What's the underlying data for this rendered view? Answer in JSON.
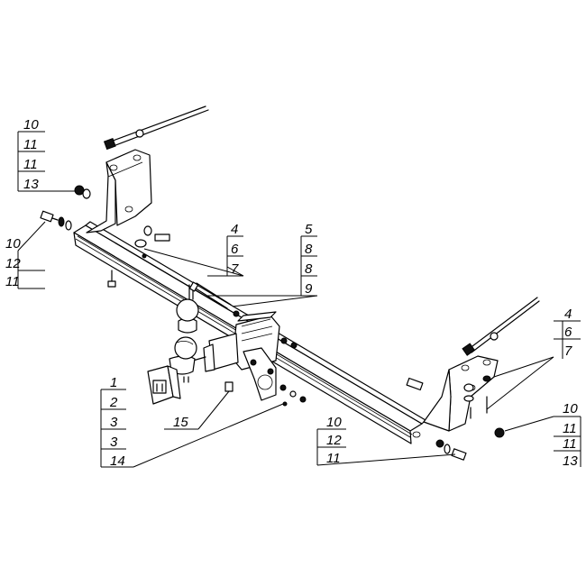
{
  "groups": {
    "left_top": [
      "10",
      "11",
      "11",
      "13"
    ],
    "left_mid": [
      "10",
      "12",
      "11"
    ],
    "center_a": [
      "4",
      "6",
      "7"
    ],
    "center_b": [
      "5",
      "8",
      "8",
      "9"
    ],
    "right_top": [
      "4",
      "6",
      "7"
    ],
    "right_mid": [
      "10",
      "11",
      "11",
      "13"
    ],
    "bottom_left": [
      "1",
      "2",
      "3",
      "3",
      "14"
    ],
    "bottom_mid": [
      "10",
      "12",
      "11"
    ]
  },
  "single_labels": {
    "connector": "15"
  }
}
